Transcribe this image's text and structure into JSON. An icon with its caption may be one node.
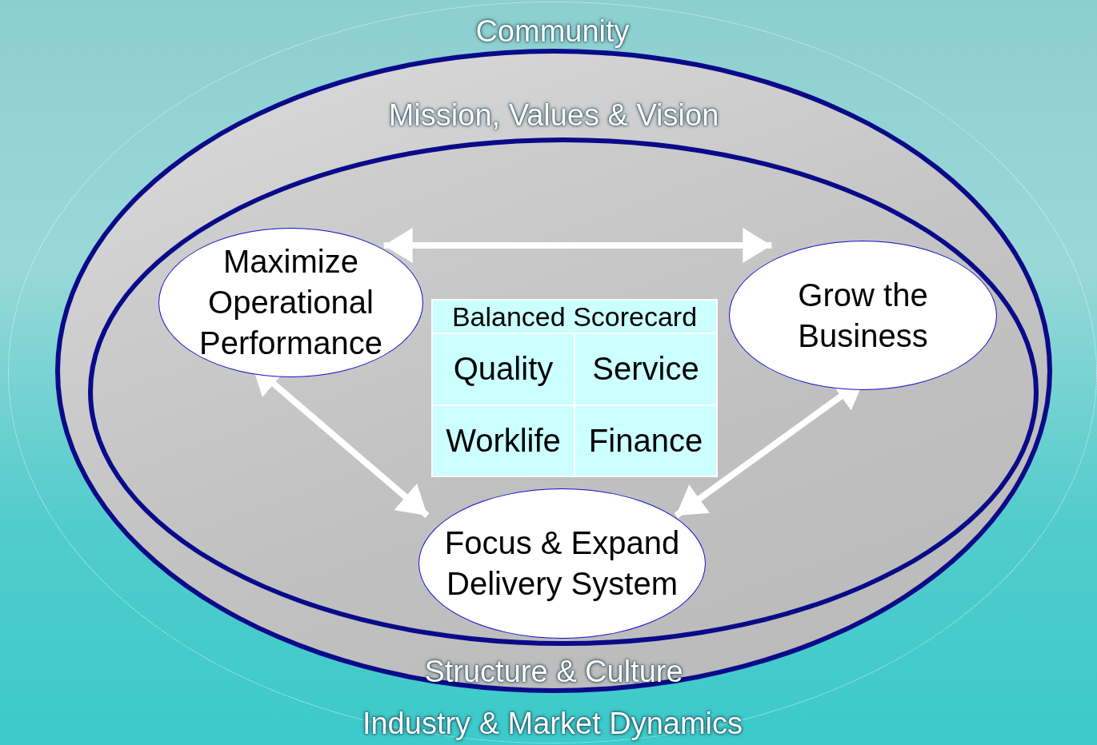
{
  "diagram": {
    "nodes": [
      {
        "text": [
          "Community",
          "Industry & Market Dynamics"
        ]
      },
      {
        "text": [
          "Mission, Values & Vision",
          "Structure & Culture"
        ],
        "in": 0
      },
      {
        "text": [],
        "shape": "ellipse",
        "in": 1
      },
      {
        "text": [
          "Maximize Operational Performance"
        ],
        "in": 2
      },
      {
        "text": [
          "Grow the Business"
        ],
        "in": 2
      },
      {
        "text": [
          "Balanced Scorecard",
          "Quality",
          "Service",
          "Worklife",
          "Finance"
        ],
        "in": 2
      },
      {
        "text": [
          "Focus & Expand Delivery System"
        ],
        "in": 2
      }
    ],
    "edges": [
      {
        "from": 3,
        "to": 4,
        "arrow": "both"
      },
      {
        "from": 3,
        "to": 6,
        "arrow": "both"
      },
      {
        "from": 4,
        "to": 6,
        "arrow": "both"
      }
    ]
  }
}
